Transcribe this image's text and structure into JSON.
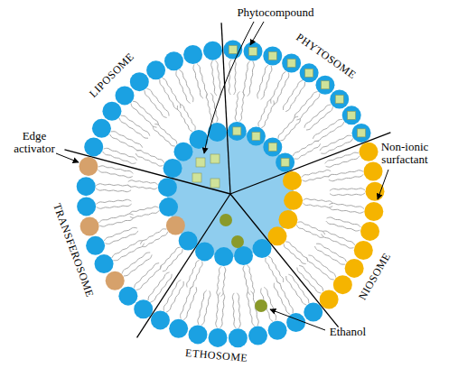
{
  "diagram": {
    "labels": [
      "Phytocompound",
      "LIPOSOME",
      "PHYTOSOME",
      "Edge activator",
      "Non-ionic surfactant",
      "TRANSFEROSOME",
      "NIOSOME",
      "ETHOSOME",
      "Ethanol"
    ]
  }
}
